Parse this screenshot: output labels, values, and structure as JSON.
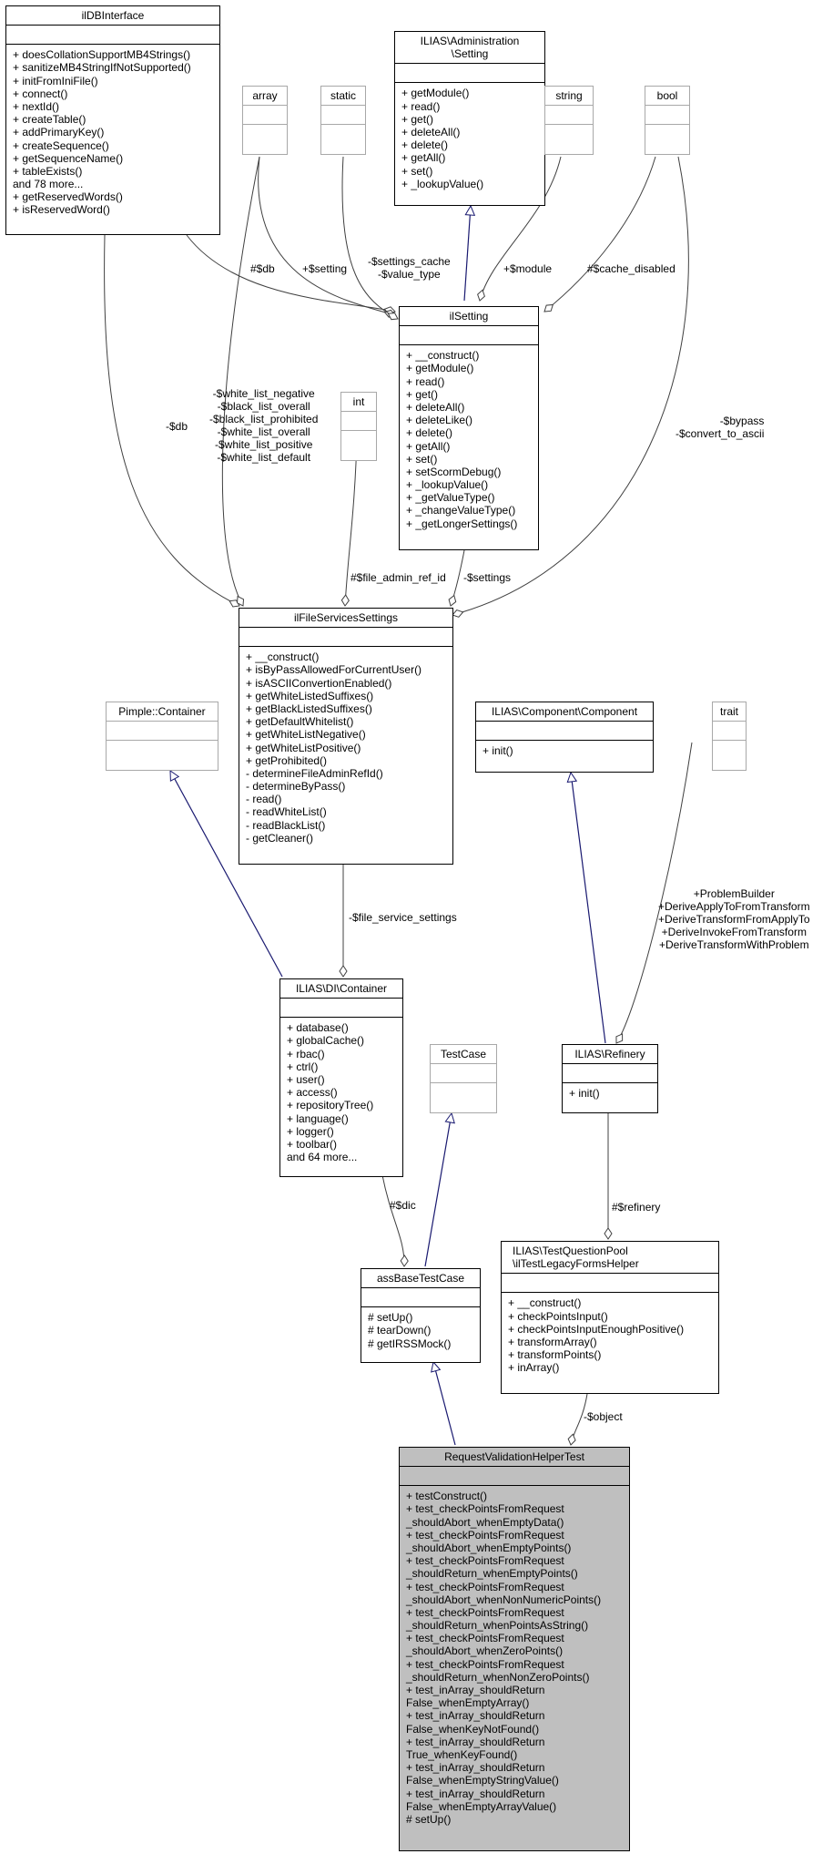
{
  "classes": {
    "ildbinterface": {
      "name": "ilDBInterface",
      "ops": [
        "+ doesCollationSupportMB4Strings()",
        "+ sanitizeMB4StringIfNotSupported()",
        "+ initFromIniFile()",
        "+ connect()",
        "+ nextId()",
        "+ createTable()",
        "+ addPrimaryKey()",
        "+ createSequence()",
        "+ getSequenceName()",
        "+ tableExists()",
        "and 78 more...",
        "+ getReservedWords()",
        "+ isReservedWord()"
      ]
    },
    "array": {
      "name": "array"
    },
    "static": {
      "name": "static"
    },
    "admin_setting": {
      "name": "ILIAS\\Administration\n\\Setting",
      "ops": [
        "+ getModule()",
        "+ read()",
        "+ get()",
        "+ deleteAll()",
        "+ delete()",
        "+ getAll()",
        "+ set()",
        "+ _lookupValue()"
      ]
    },
    "string": {
      "name": "string"
    },
    "bool": {
      "name": "bool"
    },
    "ilsetting": {
      "name": "ilSetting",
      "ops": [
        "+ __construct()",
        "+ getModule()",
        "+ read()",
        "+ get()",
        "+ deleteAll()",
        "+ deleteLike()",
        "+ delete()",
        "+ getAll()",
        "+ set()",
        "+ setScormDebug()",
        "+ _lookupValue()",
        "+ _getValueType()",
        "+ _changeValueType()",
        "+ _getLongerSettings()"
      ]
    },
    "int": {
      "name": "int"
    },
    "ilfileservicessettings": {
      "name": "ilFileServicesSettings",
      "ops": [
        "+ __construct()",
        "+ isByPassAllowedForCurrentUser()",
        "+ isASCIIConvertionEnabled()",
        "+ getWhiteListedSuffixes()",
        "+ getBlackListedSuffixes()",
        "+ getDefaultWhitelist()",
        "+ getWhiteListNegative()",
        "+ getWhiteListPositive()",
        "+ getProhibited()",
        "- determineFileAdminRefId()",
        "- determineByPass()",
        "- read()",
        "- readWhiteList()",
        "- readBlackList()",
        "- getCleaner()"
      ]
    },
    "pimple": {
      "name": "Pimple::Container"
    },
    "component": {
      "name": "ILIAS\\Component\\Component",
      "ops": [
        "+ init()"
      ]
    },
    "trait": {
      "name": "trait"
    },
    "di_container": {
      "name": "ILIAS\\DI\\Container",
      "ops": [
        "+ database()",
        "+ globalCache()",
        "+ rbac()",
        "+ ctrl()",
        "+ user()",
        "+ access()",
        "+ repositoryTree()",
        "+ language()",
        "+ logger()",
        "+ toolbar()",
        "and 64 more..."
      ]
    },
    "testcase": {
      "name": "TestCase"
    },
    "refinery": {
      "name": "ILIAS\\Refinery",
      "ops": [
        "+ init()"
      ]
    },
    "assbasetestcase": {
      "name": "assBaseTestCase",
      "ops": [
        "# setUp()",
        "# tearDown()",
        "# getIRSSMock()"
      ]
    },
    "legacyforms": {
      "name": "ILIAS\\TestQuestionPool\n\\ilTestLegacyFormsHelper",
      "ops": [
        "+ __construct()",
        "+ checkPointsInput()",
        "+ checkPointsInputEnoughPositive()",
        "+ transformArray()",
        "+ transformPoints()",
        "+ inArray()"
      ]
    },
    "requestvalidation": {
      "name": "RequestValidationHelperTest",
      "ops": [
        "+ testConstruct()",
        "+ test_checkPointsFromRequest",
        "_shouldAbort_whenEmptyData()",
        "+ test_checkPointsFromRequest",
        "_shouldAbort_whenEmptyPoints()",
        "+ test_checkPointsFromRequest",
        "_shouldReturn_whenEmptyPoints()",
        "+ test_checkPointsFromRequest",
        "_shouldAbort_whenNonNumericPoints()",
        "+ test_checkPointsFromRequest",
        "_shouldReturn_whenPointsAsString()",
        "+ test_checkPointsFromRequest",
        "_shouldAbort_whenZeroPoints()",
        "+ test_checkPointsFromRequest",
        "_shouldReturn_whenNonZeroPoints()",
        "+ test_inArray_shouldReturn",
        "False_whenEmptyArray()",
        "+ test_inArray_shouldReturn",
        "False_whenKeyNotFound()",
        "+ test_inArray_shouldReturn",
        "True_whenKeyFound()",
        "+ test_inArray_shouldReturn",
        "False_whenEmptyStringValue()",
        "+ test_inArray_shouldReturn",
        "False_whenEmptyArrayValue()",
        "# setUp()"
      ]
    }
  },
  "edge_labels": {
    "db1": "#$db",
    "setting": "+$setting",
    "settings_cache": "-$settings_cache\n-$value_type",
    "module": "+$module",
    "cache_disabled": "#$cache_disabled",
    "db2": "-$db",
    "white_list": "-$white_list_negative\n-$black_list_overall\n-$black_list_prohibited\n-$white_list_overall\n-$white_list_positive\n-$white_list_default",
    "bypass": "-$bypass\n-$convert_to_ascii",
    "file_admin_ref_id": "#$file_admin_ref_id",
    "settings": "-$settings",
    "problem_builder": "+ProblemBuilder\n+DeriveApplyToFromTransform\n+DeriveTransformFromApplyTo\n+DeriveInvokeFromTransform\n+DeriveTransformWithProblem",
    "file_service_settings": "-$file_service_settings",
    "dic": "#$dic",
    "refinery": "#$refinery",
    "object": "-$object"
  },
  "colors": {
    "generalization": "#191970",
    "association": "#404040",
    "highlight": "#bfbfbf",
    "unused_border": "#a8a8a8"
  }
}
